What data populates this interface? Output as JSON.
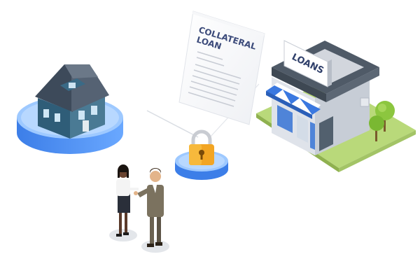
{
  "document": {
    "title_line1": "COLLATERAL",
    "title_line2": "LOAN"
  },
  "store": {
    "sign_label": "LOANS"
  },
  "icons": {
    "house": "house-icon",
    "padlock": "padlock-icon",
    "store": "loan-store-icon",
    "document": "document-icon",
    "people": "handshake-people-icon"
  },
  "colors": {
    "platform_blue": "#4f8ff0",
    "awning_blue": "#3a78e0",
    "store_roof": "#55606d",
    "house_wall": "#3e6c86",
    "grass": "#b9d97a",
    "padlock": "#f2a523"
  }
}
